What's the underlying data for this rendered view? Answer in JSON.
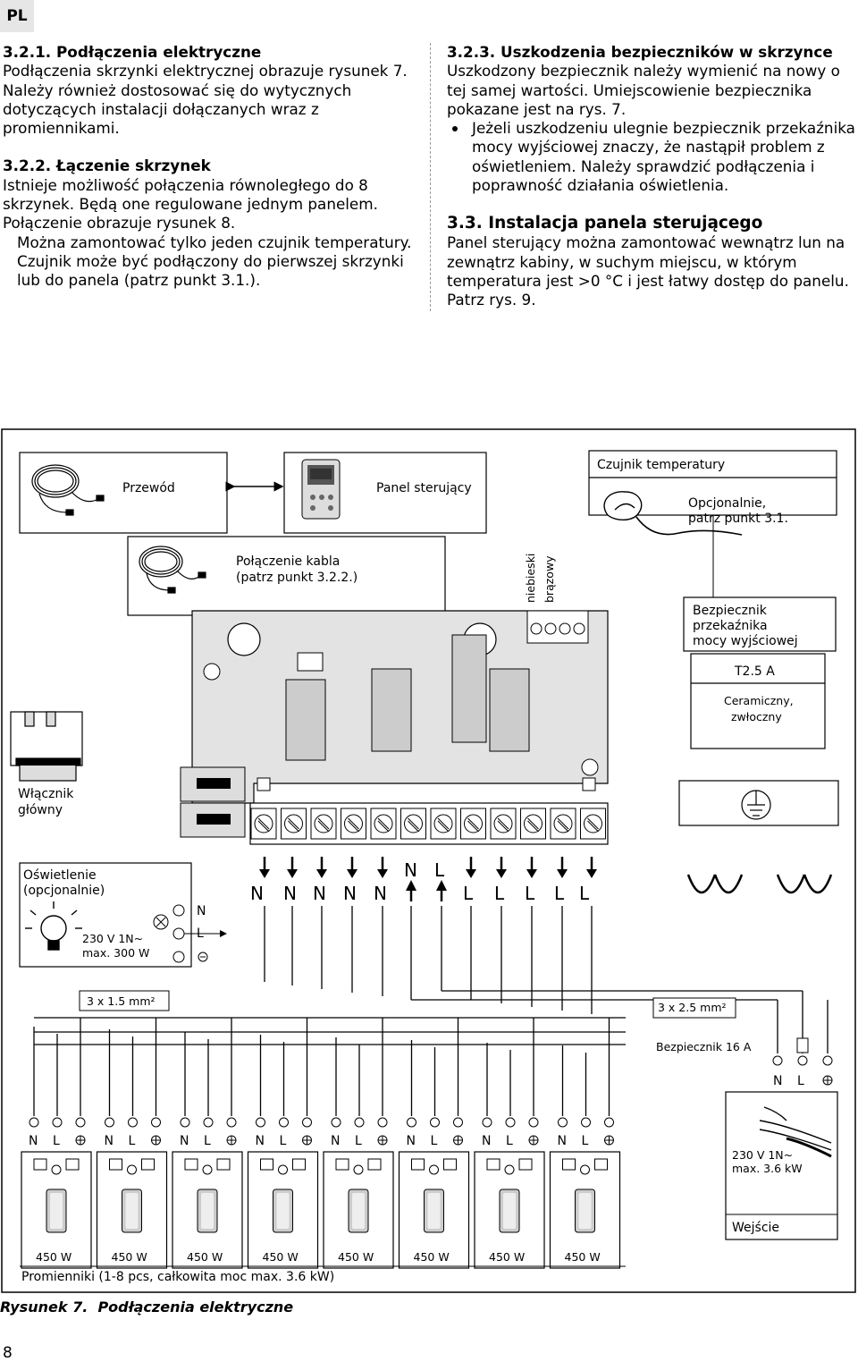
{
  "lang_tag": "PL",
  "left_column": {
    "s1_heading": "3.2.1. Podłączenia elektryczne",
    "s1_body": "Podłączenia skrzynki elektrycznej obrazuje rysunek 7. Należy również dostosować się do wytycznych dotyczących instalacji dołączanych wraz z promiennikami.",
    "s2_heading": "3.2.2. Łączenie skrzynek",
    "s2_body1": "Istnieje możliwość połączenia równoległego do 8 skrzynek. Będą one regulowane jednym panelem. Połączenie obrazuje rysunek 8.",
    "s2_body2": "Można zamontować tylko jeden czujnik temperatury. Czujnik może być podłączony do pierwszej skrzynki lub do panela (patrz punkt 3.1.)."
  },
  "right_column": {
    "s3_heading": "3.2.3. Uszkodzenia bezpieczników w skrzynce",
    "s3_body": "Uszkodzony bezpiecznik należy wymienić na nowy o tej samej wartości. Umiejscowienie bezpiecznika pokazane jest na rys. 7.",
    "s3_bullet": "Jeżeli uszkodzeniu ulegnie bezpiecznik przekaźnika mocy wyjściowej znaczy, że nastąpił problem z oświetleniem. Należy sprawdzić podłączenia i poprawność działania oświetlenia.",
    "s4_heading": "3.3. Instalacja panela sterującego",
    "s4_body": "Panel sterujący można zamontować wewnątrz lun na zewnątrz kabiny, w suchym miejscu, w którym temperatura jest >0 °C i jest łatwy dostęp do panelu. Patrz rys. 9."
  },
  "diagram": {
    "przewod": "Przewód",
    "panel": "Panel sterujący",
    "sensor_title": "Czujnik temperatury",
    "sensor_opt1": "Opcjonalnie,",
    "sensor_opt2": "patrz punkt 3.1.",
    "cable_conn1": "Połączenie kabla",
    "cable_conn2": "(patrz punkt 3.2.2.)",
    "wire_blue": "niebieski",
    "wire_brown": "brązowy",
    "fuse_title1": "Bezpiecznik",
    "fuse_title2": "przekaźnika",
    "fuse_title3": "mocy wyjściowej",
    "fuse_value": "T2.5 A",
    "fuse_type1": "Ceramiczny,",
    "fuse_type2": "zwłoczny",
    "switch1": "Włącznik",
    "switch2": "główny",
    "light1": "Oświetlenie",
    "light2": "(opcjonalnie)",
    "light_spec1": "230 V 1N~",
    "light_spec2": "max. 300 W",
    "cable_small": "3 x 1.5 mm²",
    "cable_big": "3 x 2.5 mm²",
    "main_fuse": "Bezpiecznik 16 A",
    "supply_spec1": "230 V 1N~",
    "supply_spec2": "max. 3.6 kW",
    "supply_label": "Wejście",
    "heaters_caption": "Promienniki (1-8 pcs, całkowita moc max. 3.6 kW)",
    "heater_power": "450 W",
    "heater_count": 8,
    "terminal_labels_top": [
      "N",
      "L"
    ],
    "terminal_labels_bottom": [
      "N",
      "N",
      "N",
      "N",
      "N",
      "L",
      "L",
      "L",
      "L",
      "L"
    ],
    "N": "N",
    "L": "L"
  },
  "caption_label": "Rysunek 7.",
  "caption_text": "Podłączenia elektryczne",
  "page_number": "8"
}
